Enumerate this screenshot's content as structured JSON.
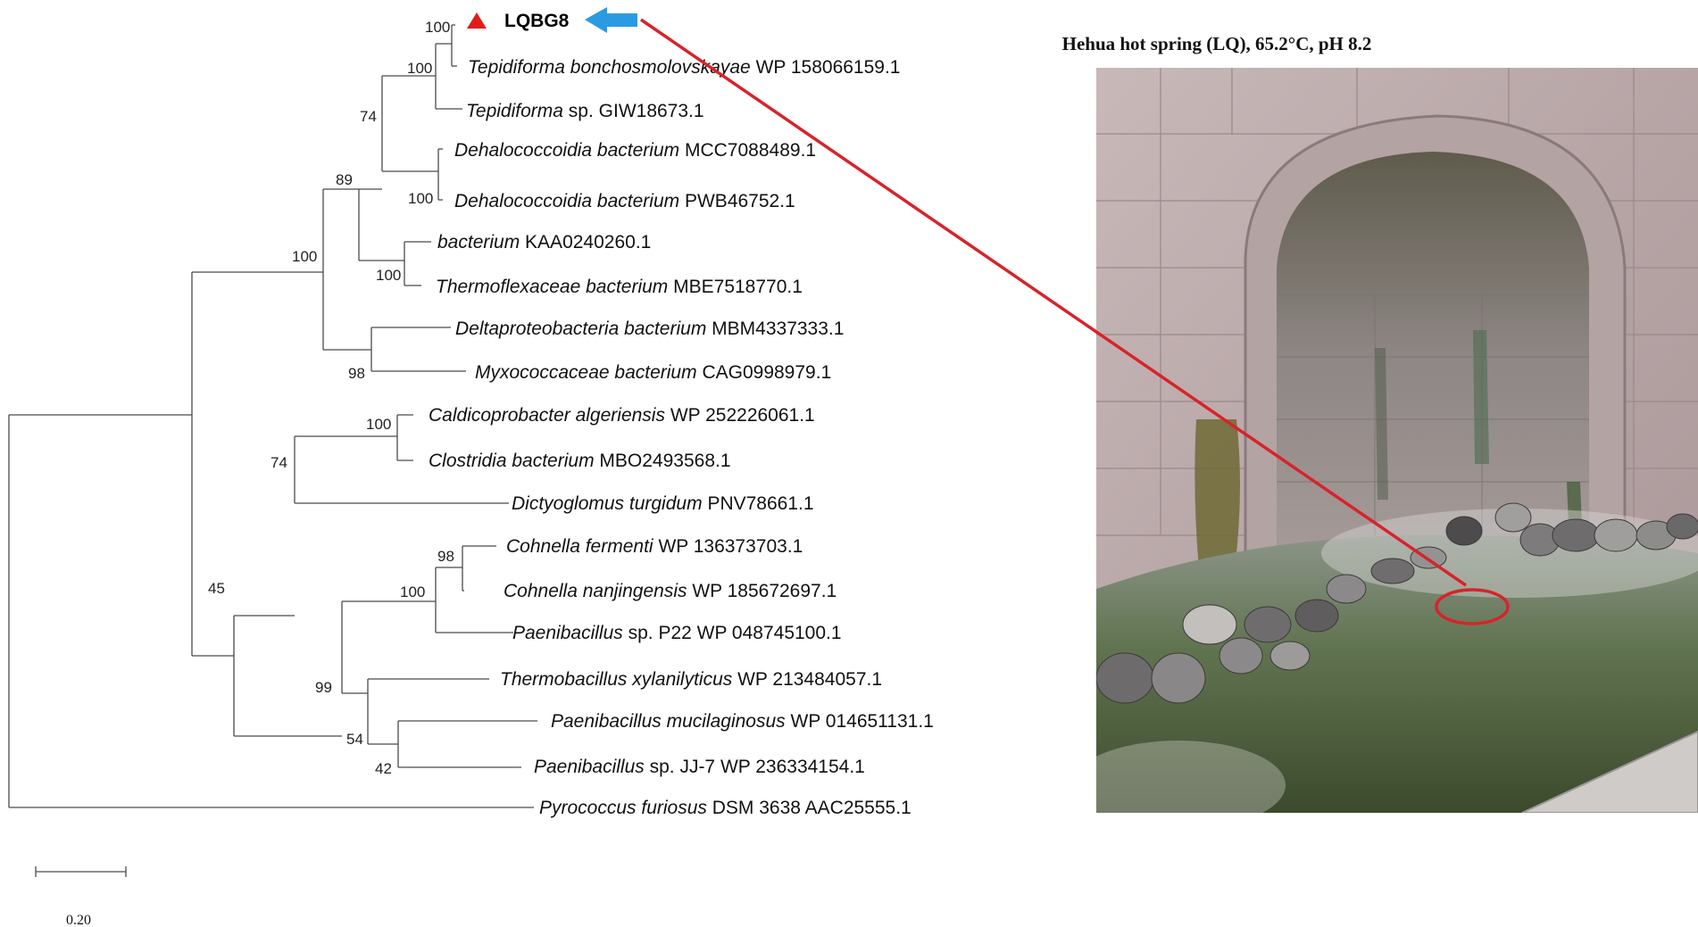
{
  "figure": {
    "highlight_label": "LQBG8",
    "scale_label": "0.20",
    "photo_title": "Hehua hot spring (LQ), 65.2°C, pH 8.2",
    "photo_description_icon": "hot-spring-photo",
    "colors": {
      "marker": "#e01b1b",
      "arrow": "#2a9be3",
      "pointer_line": "#d8232a"
    }
  },
  "tree": {
    "taxa": [
      {
        "name": "LQBG8",
        "accession": "",
        "bold": true
      },
      {
        "name": "Tepidiforma bonchosmolovskayae",
        "accession": "WP 158066159.1"
      },
      {
        "name": "Tepidiforma",
        "accession": "sp. GIW18673.1"
      },
      {
        "name": "Dehalococcoidia bacterium",
        "accession": "MCC7088489.1"
      },
      {
        "name": "Dehalococcoidia bacterium",
        "accession": "PWB46752.1"
      },
      {
        "name": "bacterium",
        "accession": "KAA0240260.1"
      },
      {
        "name": "Thermoflexaceae bacterium",
        "accession": "MBE7518770.1"
      },
      {
        "name": "Deltaproteobacteria bacterium",
        "accession": "MBM4337333.1"
      },
      {
        "name": "Myxococcaceae bacterium",
        "accession": "CAG0998979.1"
      },
      {
        "name": "Caldicoprobacter algeriensis",
        "accession": "WP 252226061.1"
      },
      {
        "name": "Clostridia bacterium",
        "accession": "MBO2493568.1"
      },
      {
        "name": "Dictyoglomus turgidum",
        "accession": "PNV78661.1"
      },
      {
        "name": "Cohnella fermenti",
        "accession": "WP 136373703.1"
      },
      {
        "name": "Cohnella nanjingensis",
        "accession": "WP 185672697.1"
      },
      {
        "name": "Paenibacillus",
        "accession": "sp. P22 WP 048745100.1"
      },
      {
        "name": "Thermobacillus xylanilyticus",
        "accession": "WP 213484057.1"
      },
      {
        "name": "Paenibacillus mucilaginosus",
        "accession": "WP 014651131.1"
      },
      {
        "name": "Paenibacillus",
        "accession": "sp. JJ-7 WP 236334154.1"
      },
      {
        "name": "Pyrococcus furiosus",
        "accession": "DSM 3638 AAC25555.1"
      }
    ],
    "bootstrap": [
      "100",
      "100",
      "74",
      "100",
      "89",
      "100",
      "100",
      "98",
      "100",
      "74",
      "98",
      "100",
      "45",
      "99",
      "54",
      "42"
    ]
  }
}
